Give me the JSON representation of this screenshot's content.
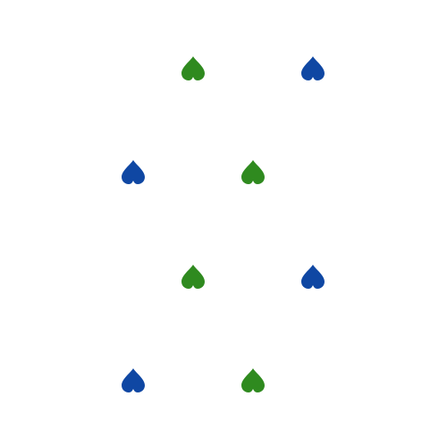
{
  "background": "#ffffff",
  "shape": "inverted-heart",
  "colors": {
    "green": "#2f8a1f",
    "blue": "#0f47a3"
  },
  "grid": {
    "rows": 4,
    "columns": 4,
    "cells": [
      [
        "empty",
        "green",
        "empty",
        "blue"
      ],
      [
        "blue",
        "empty",
        "green",
        "empty"
      ],
      [
        "empty",
        "green",
        "empty",
        "blue"
      ],
      [
        "blue",
        "empty",
        "green",
        "empty"
      ]
    ]
  }
}
